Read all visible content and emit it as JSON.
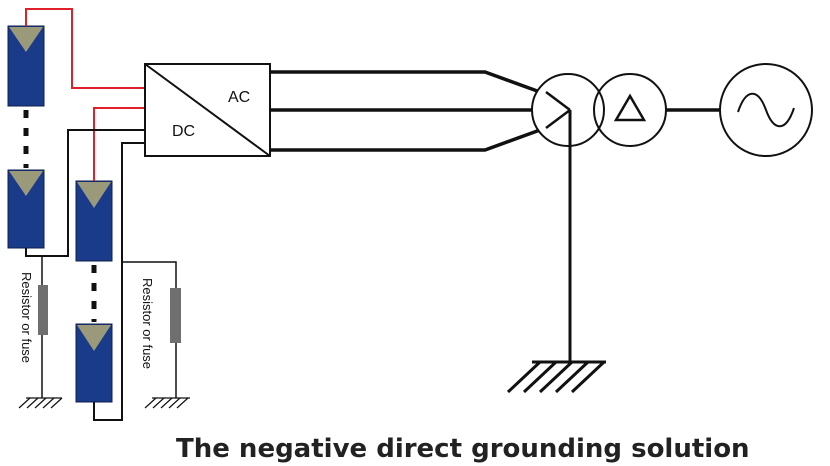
{
  "diagram": {
    "caption": "The negative direct grounding solution",
    "inverter": {
      "ac_label": "AC",
      "dc_label": "DC"
    },
    "left_string": {
      "ground_label": "Resistor or fuse"
    },
    "right_string": {
      "ground_label": "Resistor or fuse"
    }
  },
  "colors": {
    "positive_wire": "#e0202b",
    "negative_wire": "#111111",
    "panel_fill": "#1a3a8a",
    "panel_cell": "#9a9a7a",
    "resistor": "#6f6f6f"
  },
  "icons": [
    "solar-panel-icon",
    "transformer-icon",
    "delta-icon",
    "ac-source-icon",
    "ground-icon",
    "resistor-icon"
  ]
}
